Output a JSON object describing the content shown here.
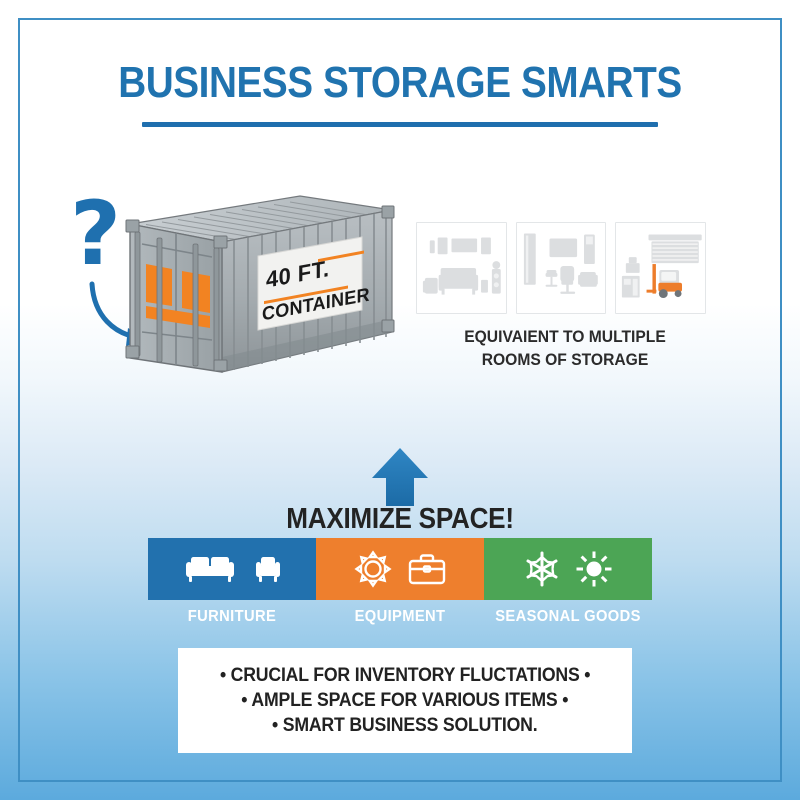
{
  "poster": {
    "title": "BUSINESS STORAGE SMARTS",
    "background_top": "#ffffff",
    "background_bottom": "#5caadd",
    "frame_color": "#3f8fc4"
  },
  "colors": {
    "brand_blue": "#1F70AF",
    "accent_orange": "#EE7F2D",
    "accent_green": "#4CA555",
    "dark_text": "#232323",
    "container_gray": "#9aa0a4"
  },
  "container_section": {
    "question_mark": "?",
    "arrow_icon": "curved-arrow-icon",
    "sign_line1": "40 FT.",
    "sign_line2": "CONTAINER"
  },
  "rooms_section": {
    "caption_line1": "EQUIVAIENT TO MULTIPLE",
    "caption_line2": "ROOMS OF STORAGE",
    "panels": [
      {
        "name": "living-room-panel"
      },
      {
        "name": "office-room-panel"
      },
      {
        "name": "warehouse-room-panel"
      }
    ]
  },
  "maximize_section": {
    "arrow_icon": "up-arrow-icon",
    "heading": "MAXIMIZE SPACE!"
  },
  "categories": [
    {
      "label": "FURNITURE",
      "color": "#2271AE",
      "icons": [
        "sofa-icon",
        "armchair-icon"
      ]
    },
    {
      "label": "EQUIPMENT",
      "color": "#EE7F2D",
      "icons": [
        "gear-icon",
        "briefcase-icon"
      ]
    },
    {
      "label": "SEASONAL GOODS",
      "color": "#4CA555",
      "icons": [
        "snowflake-icon",
        "sun-icon"
      ]
    }
  ],
  "bullets": [
    "• CRUCIAL FOR INVENTORY FLUCTATIONS •",
    "• AMPLE SPACE FOR VARIOUS ITEMS •",
    "• SMART BUSINESS SOLUTION."
  ]
}
